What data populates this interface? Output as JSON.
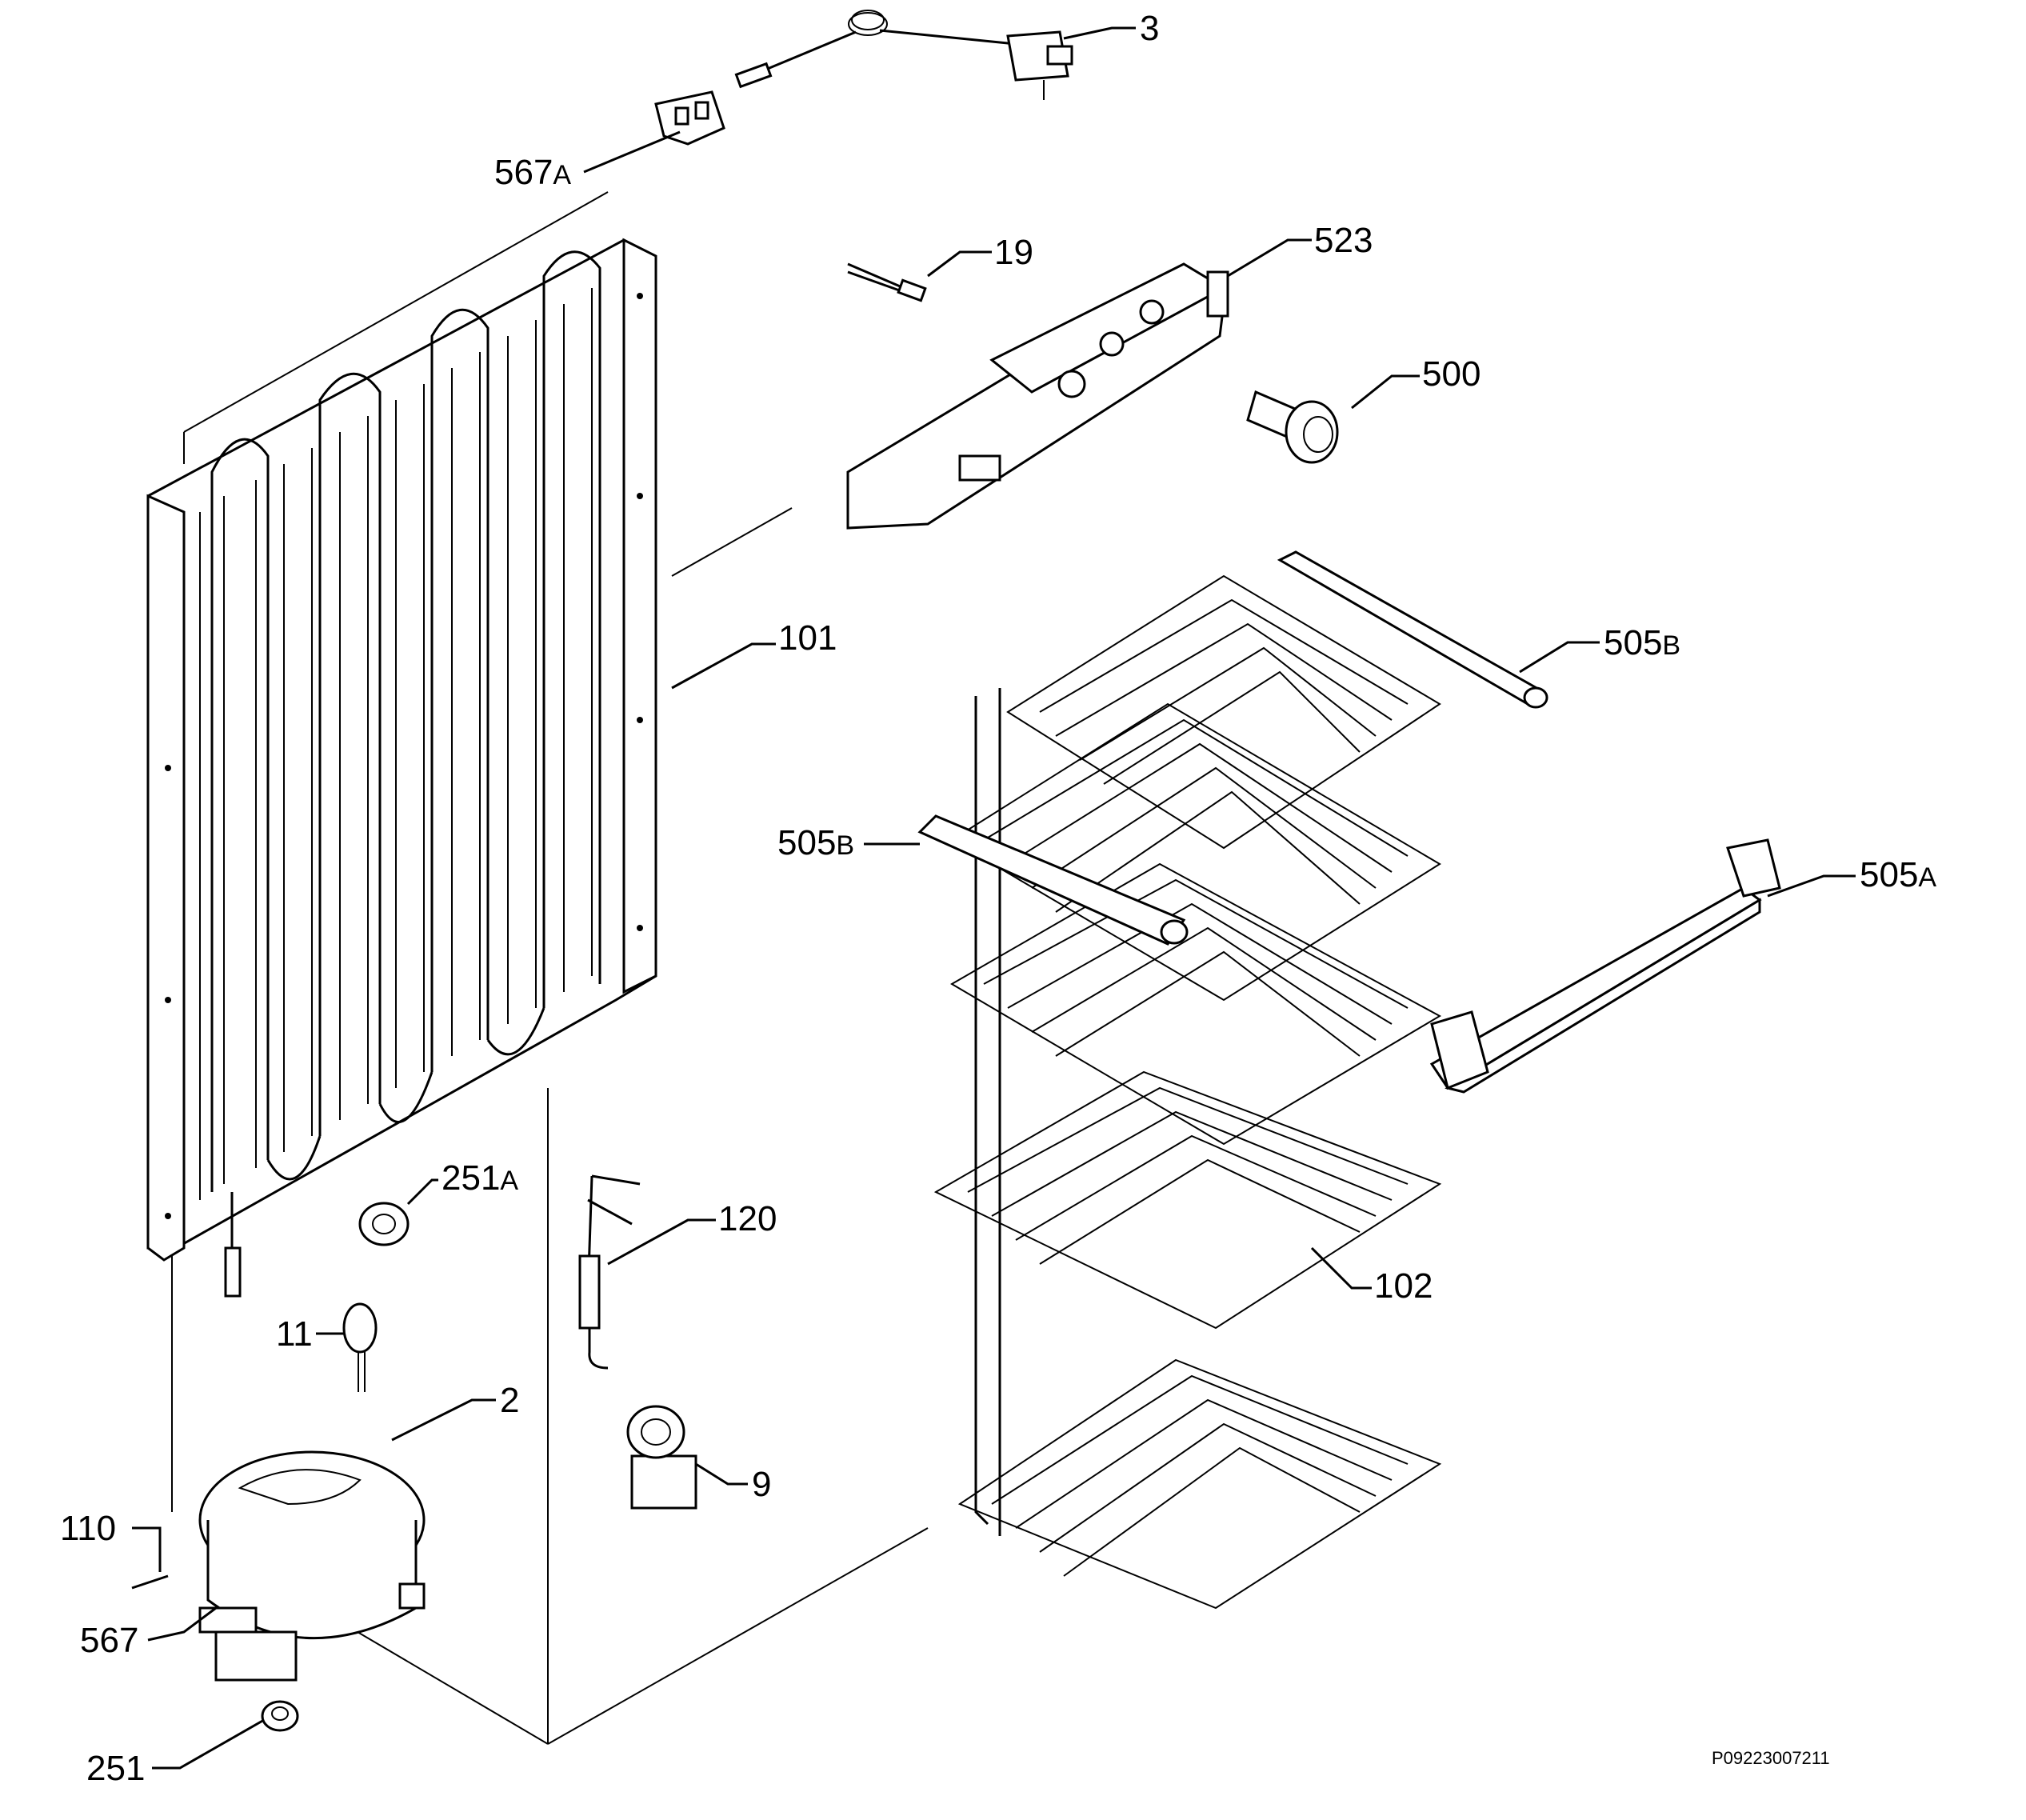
{
  "diagram": {
    "drawing_code": "P09223007211",
    "callouts": [
      {
        "id": "3",
        "text": "3"
      },
      {
        "id": "567A",
        "text": "567",
        "suffix": "A"
      },
      {
        "id": "19",
        "text": "19"
      },
      {
        "id": "523",
        "text": "523"
      },
      {
        "id": "500",
        "text": "500"
      },
      {
        "id": "101",
        "text": "101"
      },
      {
        "id": "505B-right",
        "text": "505",
        "suffix": "B"
      },
      {
        "id": "505B-left",
        "text": "505",
        "suffix": "B"
      },
      {
        "id": "505A",
        "text": "505",
        "suffix": "A"
      },
      {
        "id": "251A",
        "text": "251",
        "suffix": "A"
      },
      {
        "id": "120",
        "text": "120"
      },
      {
        "id": "102",
        "text": "102"
      },
      {
        "id": "11",
        "text": "11"
      },
      {
        "id": "2",
        "text": "2"
      },
      {
        "id": "9",
        "text": "9"
      },
      {
        "id": "110",
        "text": "110"
      },
      {
        "id": "567",
        "text": "567"
      },
      {
        "id": "251",
        "text": "251"
      }
    ]
  }
}
